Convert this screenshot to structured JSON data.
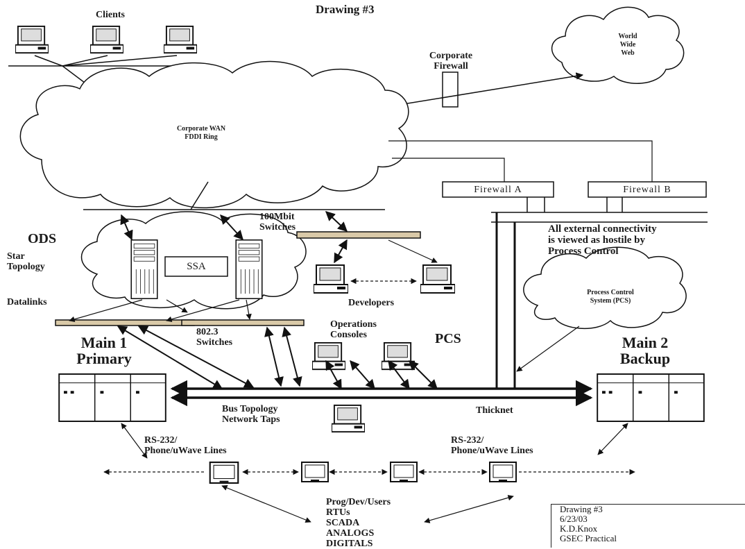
{
  "title": "Drawing #3",
  "labels": {
    "clients": "Clients",
    "corporate_firewall": [
      "Corporate",
      "Firewall"
    ],
    "world_wide_web": [
      "World",
      "Wide",
      "Web"
    ],
    "corporate_wan": [
      "Corporate WAN",
      "FDDI Ring"
    ],
    "firewall_a": "Firewall A",
    "firewall_b": "Firewall B",
    "switches_100": [
      "100Mbit",
      "Switches"
    ],
    "ods": "ODS",
    "star_topology": [
      "Star",
      "Topology"
    ],
    "ssa": "SSA",
    "datalinks": "Datalinks",
    "developers": "Developers",
    "external_note": [
      "All external connectivity",
      "is viewed as hostile by",
      "Process Control"
    ],
    "pcs_cloud": [
      "Process Control",
      "System (PCS)"
    ],
    "switches_8023": [
      "802.3",
      "Switches"
    ],
    "operations_consoles": [
      "Operations",
      "Consoles"
    ],
    "pcs": "PCS",
    "main1": [
      "Main 1",
      "Primary"
    ],
    "main2": [
      "Main 2",
      "Backup"
    ],
    "bus_topology": [
      "Bus Topology",
      "Network Taps"
    ],
    "thicknet": "Thicknet",
    "rs232_left": [
      "RS-232/",
      "Phone/uWave Lines"
    ],
    "rs232_right": [
      "RS-232/",
      "Phone/uWave Lines"
    ],
    "rtu_list": [
      "Prog/Dev/Users",
      "RTUs",
      "SCADA",
      "ANALOGS",
      "DIGITALS"
    ]
  },
  "legend": [
    "Drawing #3",
    "6/23/03",
    "K.D.Knox",
    "GSEC Practical"
  ],
  "icons": [
    "client-computer-icon",
    "server-icon",
    "switch-icon",
    "cloud-icon",
    "firewall-icon",
    "mainframe-icon",
    "rtu-monitor-icon",
    "arrow-icon"
  ]
}
